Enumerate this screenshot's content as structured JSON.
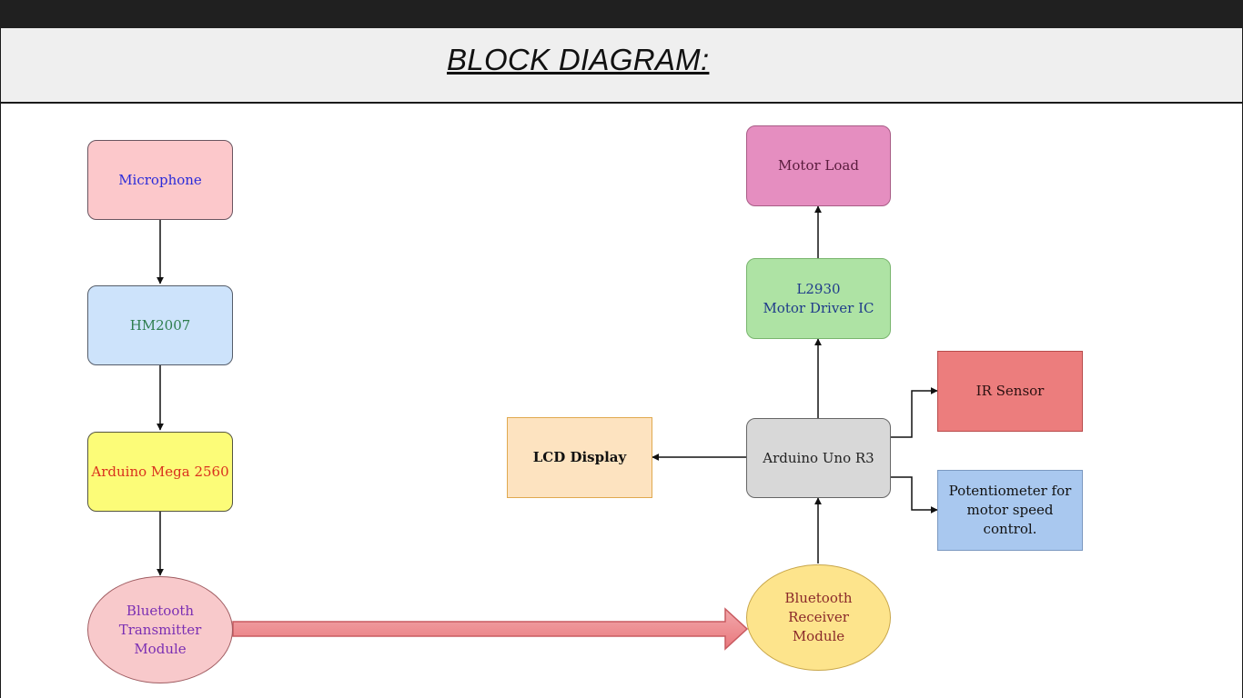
{
  "header": {
    "title": "BLOCK DIAGRAM:"
  },
  "nodes": {
    "microphone": {
      "label": "Microphone",
      "fill": "#fcc8cb",
      "text_color": "#2b2bd9"
    },
    "hm2007": {
      "label": "HM2007",
      "fill": "#cde3fb",
      "text_color": "#2e7d4e"
    },
    "arduino_mega": {
      "label": "Arduino Mega 2560",
      "fill": "#fcfc78",
      "text_color": "#d9301e"
    },
    "bt_transmitter": {
      "label": "Bluetooth\nTransmitter\nModule",
      "fill": "#f8c9cb",
      "text_color": "#7b2fb3"
    },
    "bt_receiver": {
      "label": "Bluetooth\nReceiver\nModule",
      "fill": "#fde48c",
      "text_color": "#8b2a2a"
    },
    "arduino_uno": {
      "label": "Arduino Uno R3",
      "fill": "#d8d8d8",
      "text_color": "#222222"
    },
    "lcd_display": {
      "label": "LCD Display",
      "fill": "#fde3c0",
      "text_color": "#111111"
    },
    "motor_driver": {
      "label": "L2930\nMotor Driver IC",
      "fill": "#aee3a4",
      "text_color": "#1f3b8a"
    },
    "motor_load": {
      "label": "Motor Load",
      "fill": "#e58ec0",
      "text_color": "#5a1c3d"
    },
    "ir_sensor": {
      "label": "IR Sensor",
      "fill": "#ec7d7d",
      "text_color": "#2a1010"
    },
    "potentiometer": {
      "label": "Potentiometer for\nmotor speed control.",
      "fill": "#a9c8ef",
      "text_color": "#111111"
    }
  },
  "connections": [
    {
      "from": "microphone",
      "to": "hm2007"
    },
    {
      "from": "hm2007",
      "to": "arduino_mega"
    },
    {
      "from": "arduino_mega",
      "to": "bt_transmitter"
    },
    {
      "from": "bt_transmitter",
      "to": "bt_receiver"
    },
    {
      "from": "bt_receiver",
      "to": "arduino_uno"
    },
    {
      "from": "arduino_uno",
      "to": "lcd_display"
    },
    {
      "from": "arduino_uno",
      "to": "motor_driver"
    },
    {
      "from": "motor_driver",
      "to": "motor_load"
    },
    {
      "from": "arduino_uno",
      "to": "ir_sensor"
    },
    {
      "from": "arduino_uno",
      "to": "potentiometer"
    }
  ]
}
